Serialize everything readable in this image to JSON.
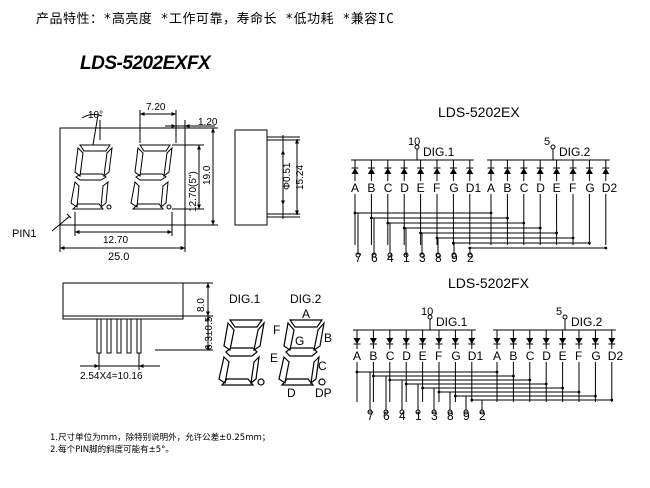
{
  "features": "产品特性：*高亮度 *工作可靠，寿命长 *低功耗 *兼容IC",
  "part_number": "LDS-5202EXFX",
  "front_view": {
    "dims": {
      "angle": "10°",
      "digit_width": "7.20",
      "pitch_right": "1.20",
      "digit_height": "12.70(5\")",
      "body_height": "19.0",
      "pin_label": "PIN1",
      "digit_span": "12.70",
      "body_width": "25.0"
    }
  },
  "side_view": {
    "dims": {
      "pin_dia": "Φ0.51",
      "pin_len": "15.24"
    }
  },
  "bottom_view": {
    "dims": {
      "height_top": "8.0",
      "pin_len": "6.3±0.5",
      "pitch": "2.54X4=10.16"
    }
  },
  "digit_diagram": {
    "dig1_label": "DIG.1",
    "dig2_label": "DIG.2",
    "segments": {
      "a": "A",
      "b": "B",
      "c": "C",
      "d": "D",
      "e": "E",
      "f": "F",
      "g": "G",
      "dp": "DP"
    }
  },
  "schematics": [
    {
      "title": "LDS-5202EX",
      "type": "common-cathode",
      "digit1": "DIG.1",
      "digit2": "DIG.2",
      "com1_pin": "10",
      "com2_pin": "5",
      "seg_labels_1": [
        "A",
        "B",
        "C",
        "D",
        "E",
        "F",
        "G",
        "D1"
      ],
      "seg_labels_2": [
        "A",
        "B",
        "C",
        "D",
        "E",
        "F",
        "G",
        "D2"
      ],
      "pins": [
        "7",
        "6",
        "4",
        "1",
        "3",
        "8",
        "9",
        "2"
      ]
    },
    {
      "title": "LDS-5202FX",
      "type": "common-anode",
      "digit1": "DIG.1",
      "digit2": "DIG.2",
      "com1_pin": "10",
      "com2_pin": "5",
      "seg_labels_1": [
        "A",
        "B",
        "C",
        "D",
        "E",
        "F",
        "G",
        "D1"
      ],
      "seg_labels_2": [
        "A",
        "B",
        "C",
        "D",
        "E",
        "F",
        "G",
        "D2"
      ],
      "pins": [
        "7",
        "6",
        "4",
        "1",
        "3",
        "8",
        "9",
        "2"
      ]
    }
  ],
  "notes": [
    "1.尺寸单位为mm，除特别说明外，允许公差±0.25mm；",
    "2.每个PIN脚的斜度可能有±5°。"
  ]
}
